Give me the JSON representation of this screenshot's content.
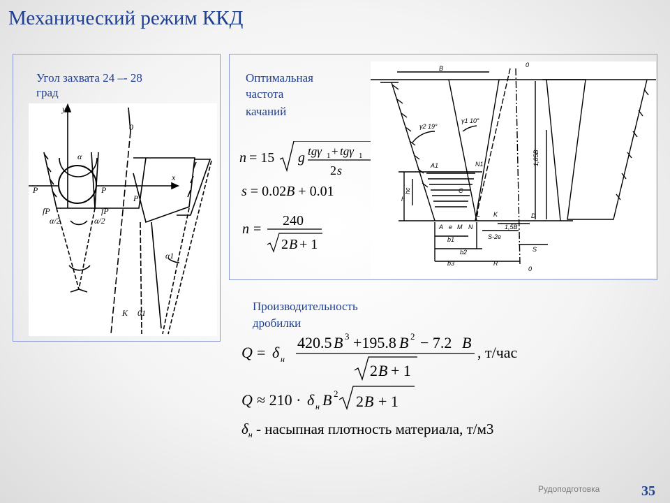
{
  "page": {
    "title": "Механический режим ККД",
    "footer_label": "Рудоподготовка",
    "page_number": "35"
  },
  "left_panel": {
    "caption_line1": "Угол захвата 24 –- 28",
    "caption_line2": "град",
    "figure_labels": [
      "y",
      "0",
      "x",
      "α",
      "α/2",
      "α/2",
      "fP",
      "fP",
      "P",
      "P",
      "P",
      "α1",
      "K",
      "01"
    ]
  },
  "right_panel": {
    "caption_line1": "Оптимальная",
    "caption_line2": "частота",
    "caption_line3": "качаний",
    "formula_n": {
      "lhs": "n",
      "coef": "15",
      "g": "g",
      "num": "tgγ₁ + tgγ₁",
      "den": "2s"
    },
    "formula_s": {
      "text": "s = 0.02B + 0.01"
    },
    "formula_n2": {
      "lhs": "n",
      "num": "240",
      "den": "2B + 1"
    },
    "figure_labels": [
      "B",
      "0",
      "γ2 19°",
      "γ1 10°",
      "A1",
      "N1",
      "C",
      "1,85B",
      "hc",
      "h",
      "A",
      "e",
      "M",
      "N",
      "L",
      "K",
      "1,5B",
      "D",
      "b1",
      "S-2e",
      "b2",
      "S",
      "b3",
      "R",
      "0"
    ]
  },
  "productivity": {
    "caption_line1": "Производительность",
    "caption_line2": "дробилки",
    "formula_q1": {
      "num": "420.5B³ + 195.8B² − 7.2B",
      "den": "2B + 1",
      "unit": ", т/час"
    },
    "formula_q2": {
      "text": "Q ≈ 210·δн B² √(2B+1)"
    },
    "note": "- насыпная плотность материала, т/м3"
  },
  "colors": {
    "title": "#1f3f8f",
    "frame": "#8a9ad4",
    "caption": "#1f3f8f",
    "footer_number": "#1f3f8f"
  }
}
